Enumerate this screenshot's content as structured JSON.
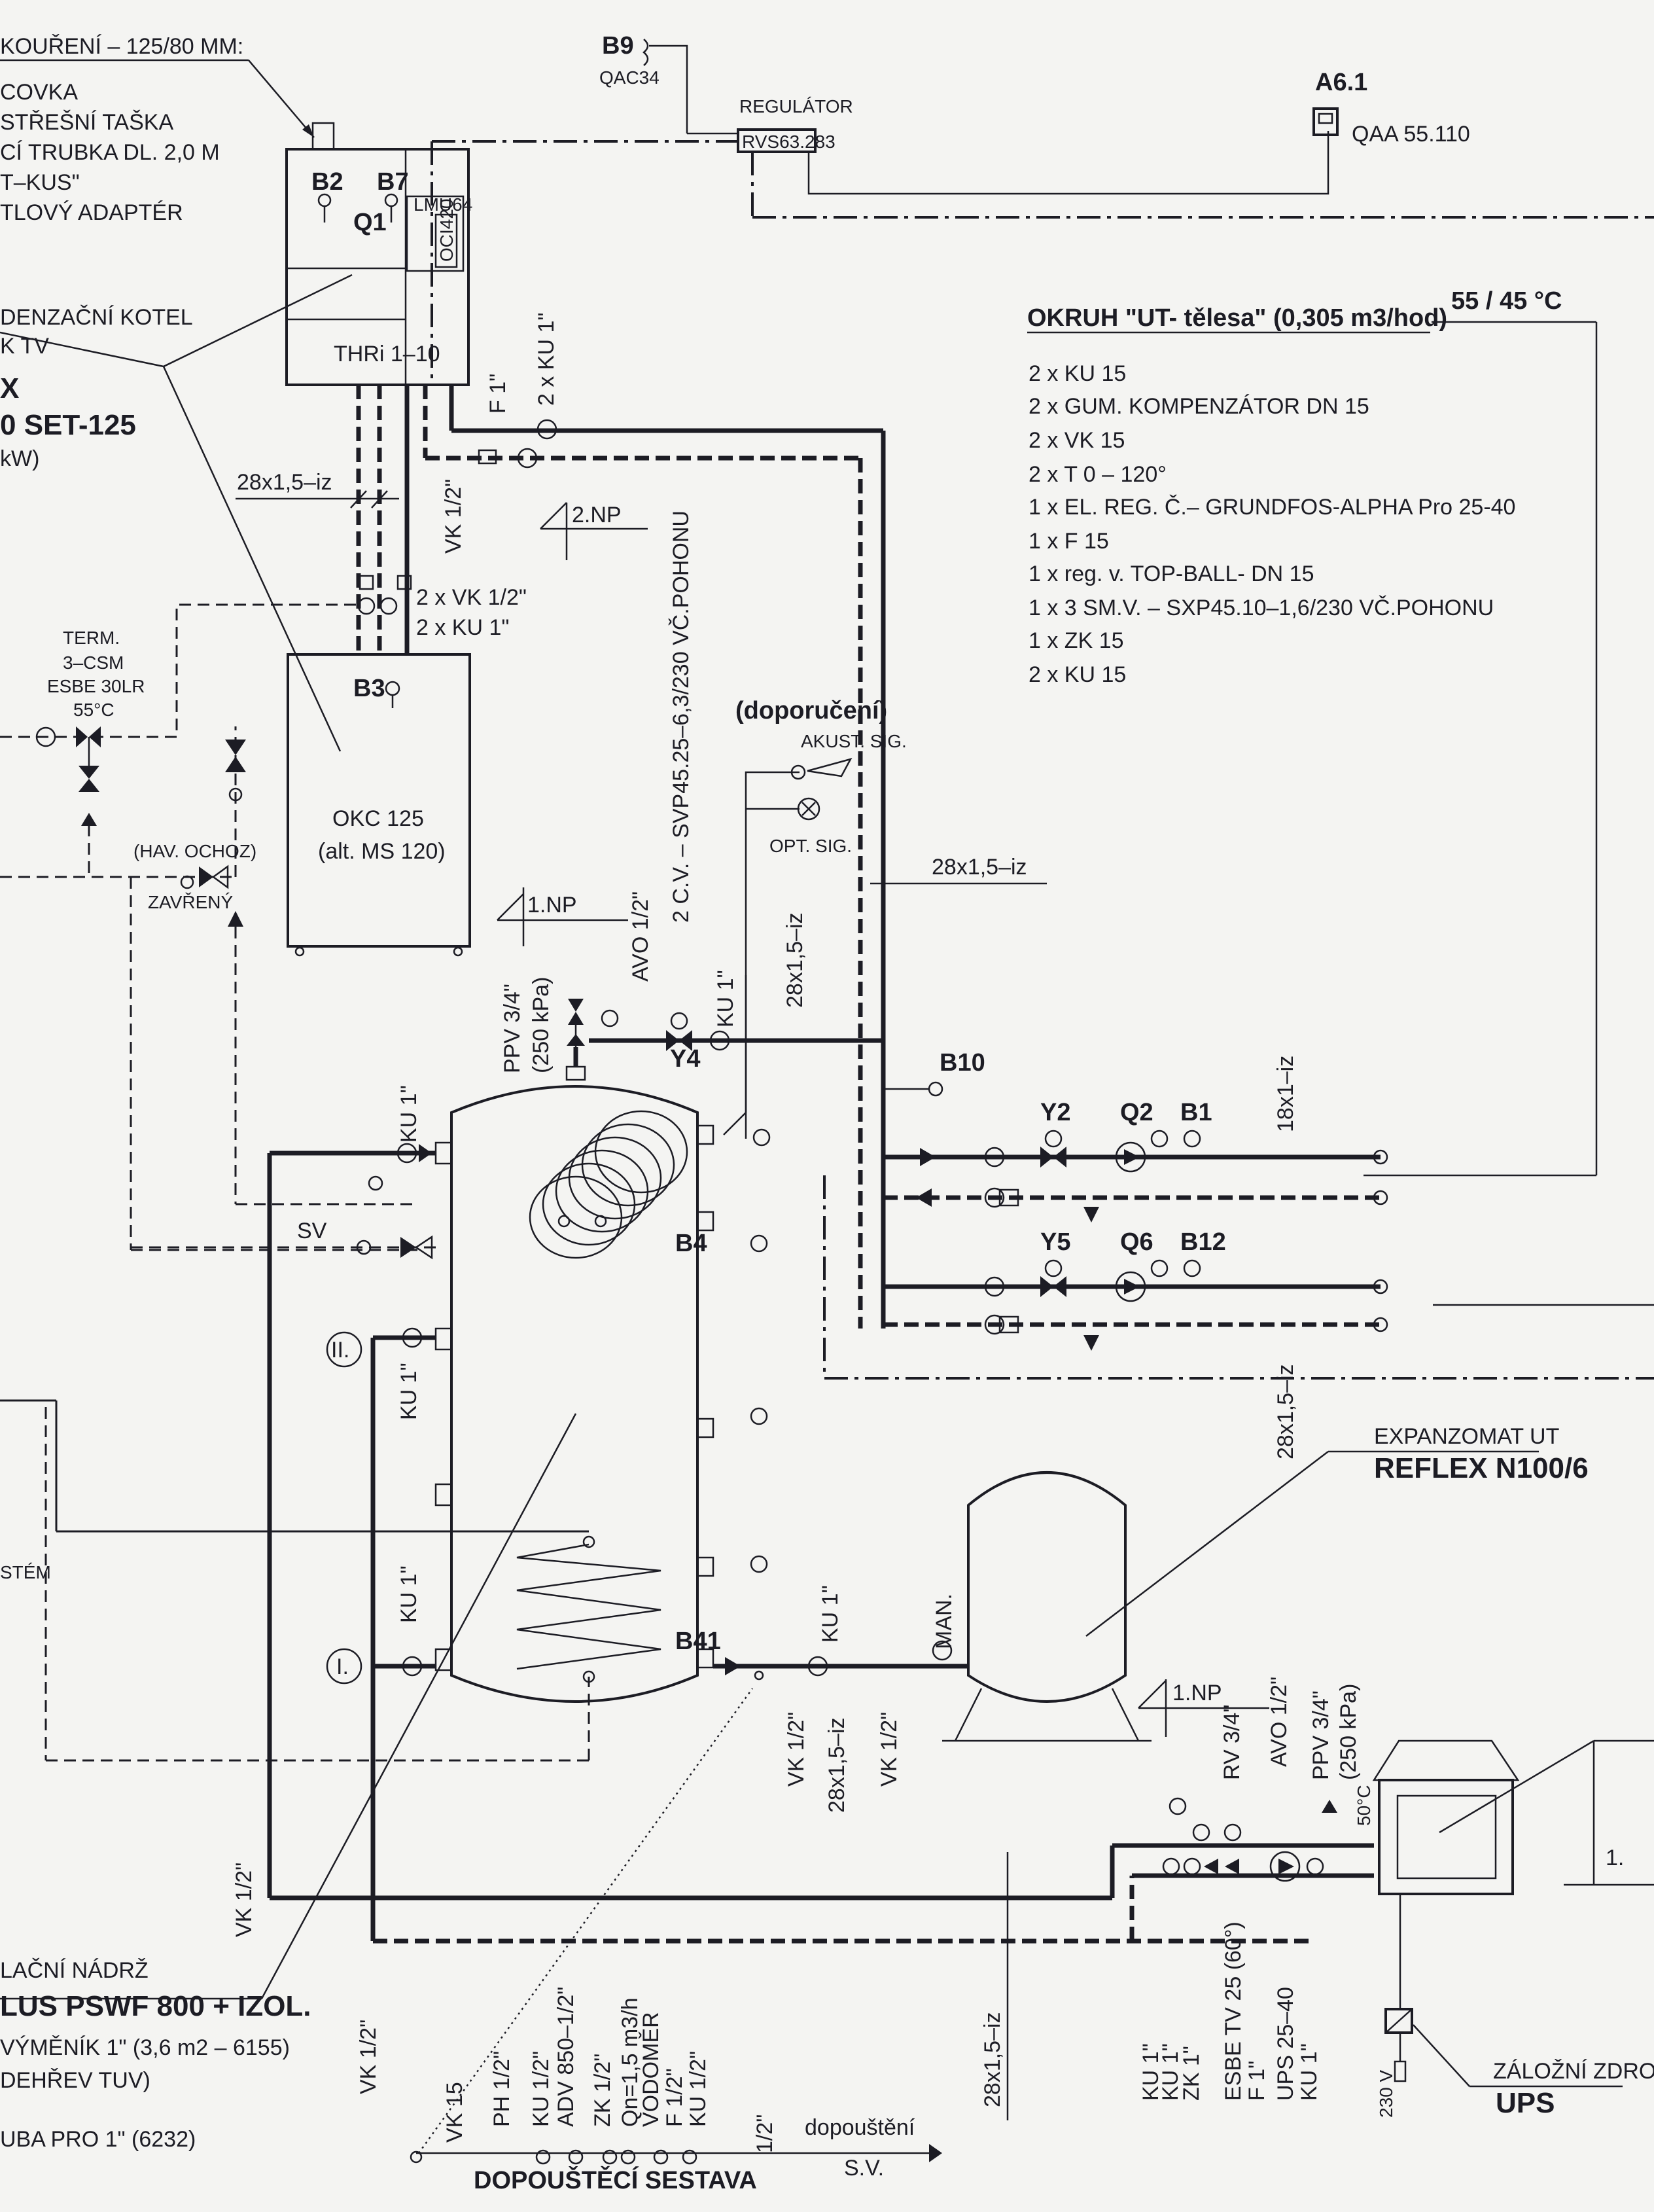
{
  "flue": {
    "title": "KOUŘENÍ – 125/80 MM:",
    "lines": [
      "COVKA",
      "STŘEŠNÍ TAŠKA",
      "CÍ TRUBKA DL. 2,0 M",
      "T–KUS\"",
      "TLOVÝ ADAPTÉR"
    ]
  },
  "boiler": {
    "caption": [
      "DENZAČNÍ KOTEL",
      "K TV"
    ],
    "model": [
      "X",
      "0 SET-125",
      "kW)"
    ],
    "name": "THRi 1–10",
    "sensors": [
      "B2",
      "B7",
      "Q1"
    ],
    "controller": [
      "LMU64",
      "OCI420"
    ]
  },
  "controls": {
    "sensor_b9": "B9",
    "sensor_b9_type": "QAC34",
    "regulator_title": "REGULÁTOR",
    "regulator_type": "RVS63.283",
    "room_unit": "A6.1",
    "room_unit_type": "QAA 55.110"
  },
  "circuit": {
    "title": "OKRUH \"UT- tělesa\" (0,305 m3/hod)",
    "temp": "55 / 45 °C",
    "items": [
      "2 x KU 15",
      "2 x GUM. KOMPENZÁTOR DN 15",
      "2 x VK 15",
      "2 x T 0 – 120°",
      "1 x EL. REG. Č.– GRUNDFOS-ALPHA Pro 25-40",
      "1 x F 15",
      "1 x reg. v. TOP-BALL- DN 15",
      "1 x 3 SM.V. – SXP45.10–1,6/230 VČ.POHONU",
      "1 x ZK 15",
      "2 x KU 15"
    ]
  },
  "labels": {
    "pipe_28": "28x1,5–iz",
    "ku1": "KU 1\"",
    "ku1_2x": "2 x KU 1\"",
    "vk12": "VK 1/2\"",
    "vk12_2x": "2 x VK 1/2\"",
    "f1": "F 1\"",
    "np2": "2.NP",
    "np1": "1.NP",
    "pipe_18": "18x1–iz",
    "b3": "B3",
    "okc": "OKC 125",
    "okc_alt": "(alt. MS 120)",
    "term": [
      "TERM.",
      "3–CSM",
      "ESBE 30LR",
      "55°C"
    ],
    "hav": [
      "(HAV. OCHOZ)",
      "ZAVŘENÝ"
    ],
    "sv": "SV",
    "valve_y4_text": "2 C.V. – SVP45.25–6,3/230 VČ.POHONU",
    "avo": "AVO 1/2\"",
    "ppv": [
      "PPV 3/4\"",
      "(250 kPa)"
    ],
    "y4": "Y4",
    "recommended": "(doporučení)",
    "acoustic": "AKUST. SIG.",
    "optic": "OPT. SIG.",
    "b10": "B10",
    "y2": "Y2",
    "q2": "Q2",
    "b1": "B1",
    "y5": "Y5",
    "q6": "Q6",
    "b12": "B12",
    "b4": "B4",
    "b41": "B41",
    "zone_ii": "II.",
    "zone_i": "I.",
    "exp_title": "EXPANZOMAT UT",
    "exp_model": "REFLEX N100/6",
    "man": "MAN.",
    "tank_caption": [
      "LAČNÍ NÁDRŽ",
      "LUS PSWF 800 + IZOL.",
      "VÝMĚNÍK 1\" (3,6 m2 – 6155)",
      "DEHŘEV TUV)",
      "UBA PRO 1\" (6232)"
    ],
    "stem": "STÉM",
    "fill_items": [
      "VK 15",
      "PH 1/2\"",
      "KU 1/2\"",
      "ADV 850–1/2\"",
      "ZK 1/2\"",
      "Qn=1,5 m3/h",
      "VODOMĚR",
      "F 1/2\"",
      "KU 1/2\"",
      "1/2\""
    ],
    "fill_set": "DOPOUŠTĚCÍ SESTAVA",
    "dopousteni": "dopouštění",
    "sv_short": "S.V.",
    "hp_items": [
      "KU 1\"",
      "KU 1\"",
      "ZK 1\"",
      "ESBE TV 25 (60°)",
      "F 1\"",
      "UPS 25–40",
      "KU 1\""
    ],
    "rv": "RV 3/4\"",
    "avo2": "AVO 1/2\"",
    "ppv2": [
      "PPV 3/4\"",
      "(250 kPa)"
    ],
    "deg50": "50°C",
    "ups_label": "ZÁLOŽNÍ ZDROJ",
    "ups": "UPS",
    "v230": "230 V",
    "np1_right": "1."
  }
}
